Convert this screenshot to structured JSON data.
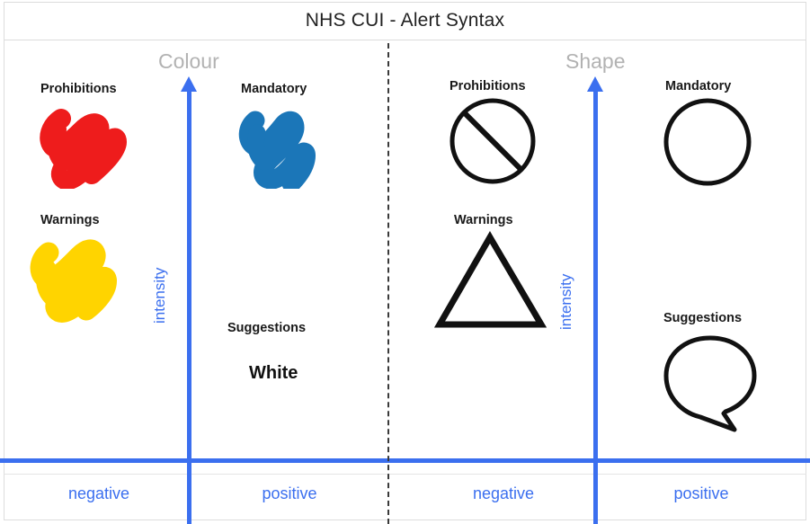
{
  "header": {
    "title": "NHS CUI - Alert Syntax"
  },
  "groups": [
    {
      "name": "colour-group",
      "title": "Colour",
      "axis_label": "intensity",
      "columns": [
        {
          "polarity": "negative",
          "items": [
            {
              "label": "Prohibitions",
              "swatch": "red-scribble",
              "color": "#ee1c1c"
            },
            {
              "label": "Warnings",
              "swatch": "yellow-scribble",
              "color": "#ffd400"
            }
          ]
        },
        {
          "polarity": "positive",
          "items": [
            {
              "label": "Mandatory",
              "swatch": "blue-scribble",
              "color": "#1b76b8"
            },
            {
              "label": "Suggestions",
              "swatch": "white-word",
              "value": "White",
              "color": "#ffffff"
            }
          ]
        }
      ]
    },
    {
      "name": "shape-group",
      "title": "Shape",
      "axis_label": "intensity",
      "columns": [
        {
          "polarity": "negative",
          "items": [
            {
              "label": "Prohibitions",
              "shape": "circle-slash-icon"
            },
            {
              "label": "Warnings",
              "shape": "triangle-icon"
            }
          ]
        },
        {
          "polarity": "positive",
          "items": [
            {
              "label": "Mandatory",
              "shape": "circle-icon"
            },
            {
              "label": "Suggestions",
              "shape": "speech-bubble-icon"
            }
          ]
        }
      ]
    }
  ],
  "colors": {
    "axis_blue": "#3b6fef",
    "frame_gray": "#dcdcdc",
    "divider_dark": "#3a3a3a",
    "ink_black": "#111111",
    "group_title_gray": "#b2b2b2"
  }
}
